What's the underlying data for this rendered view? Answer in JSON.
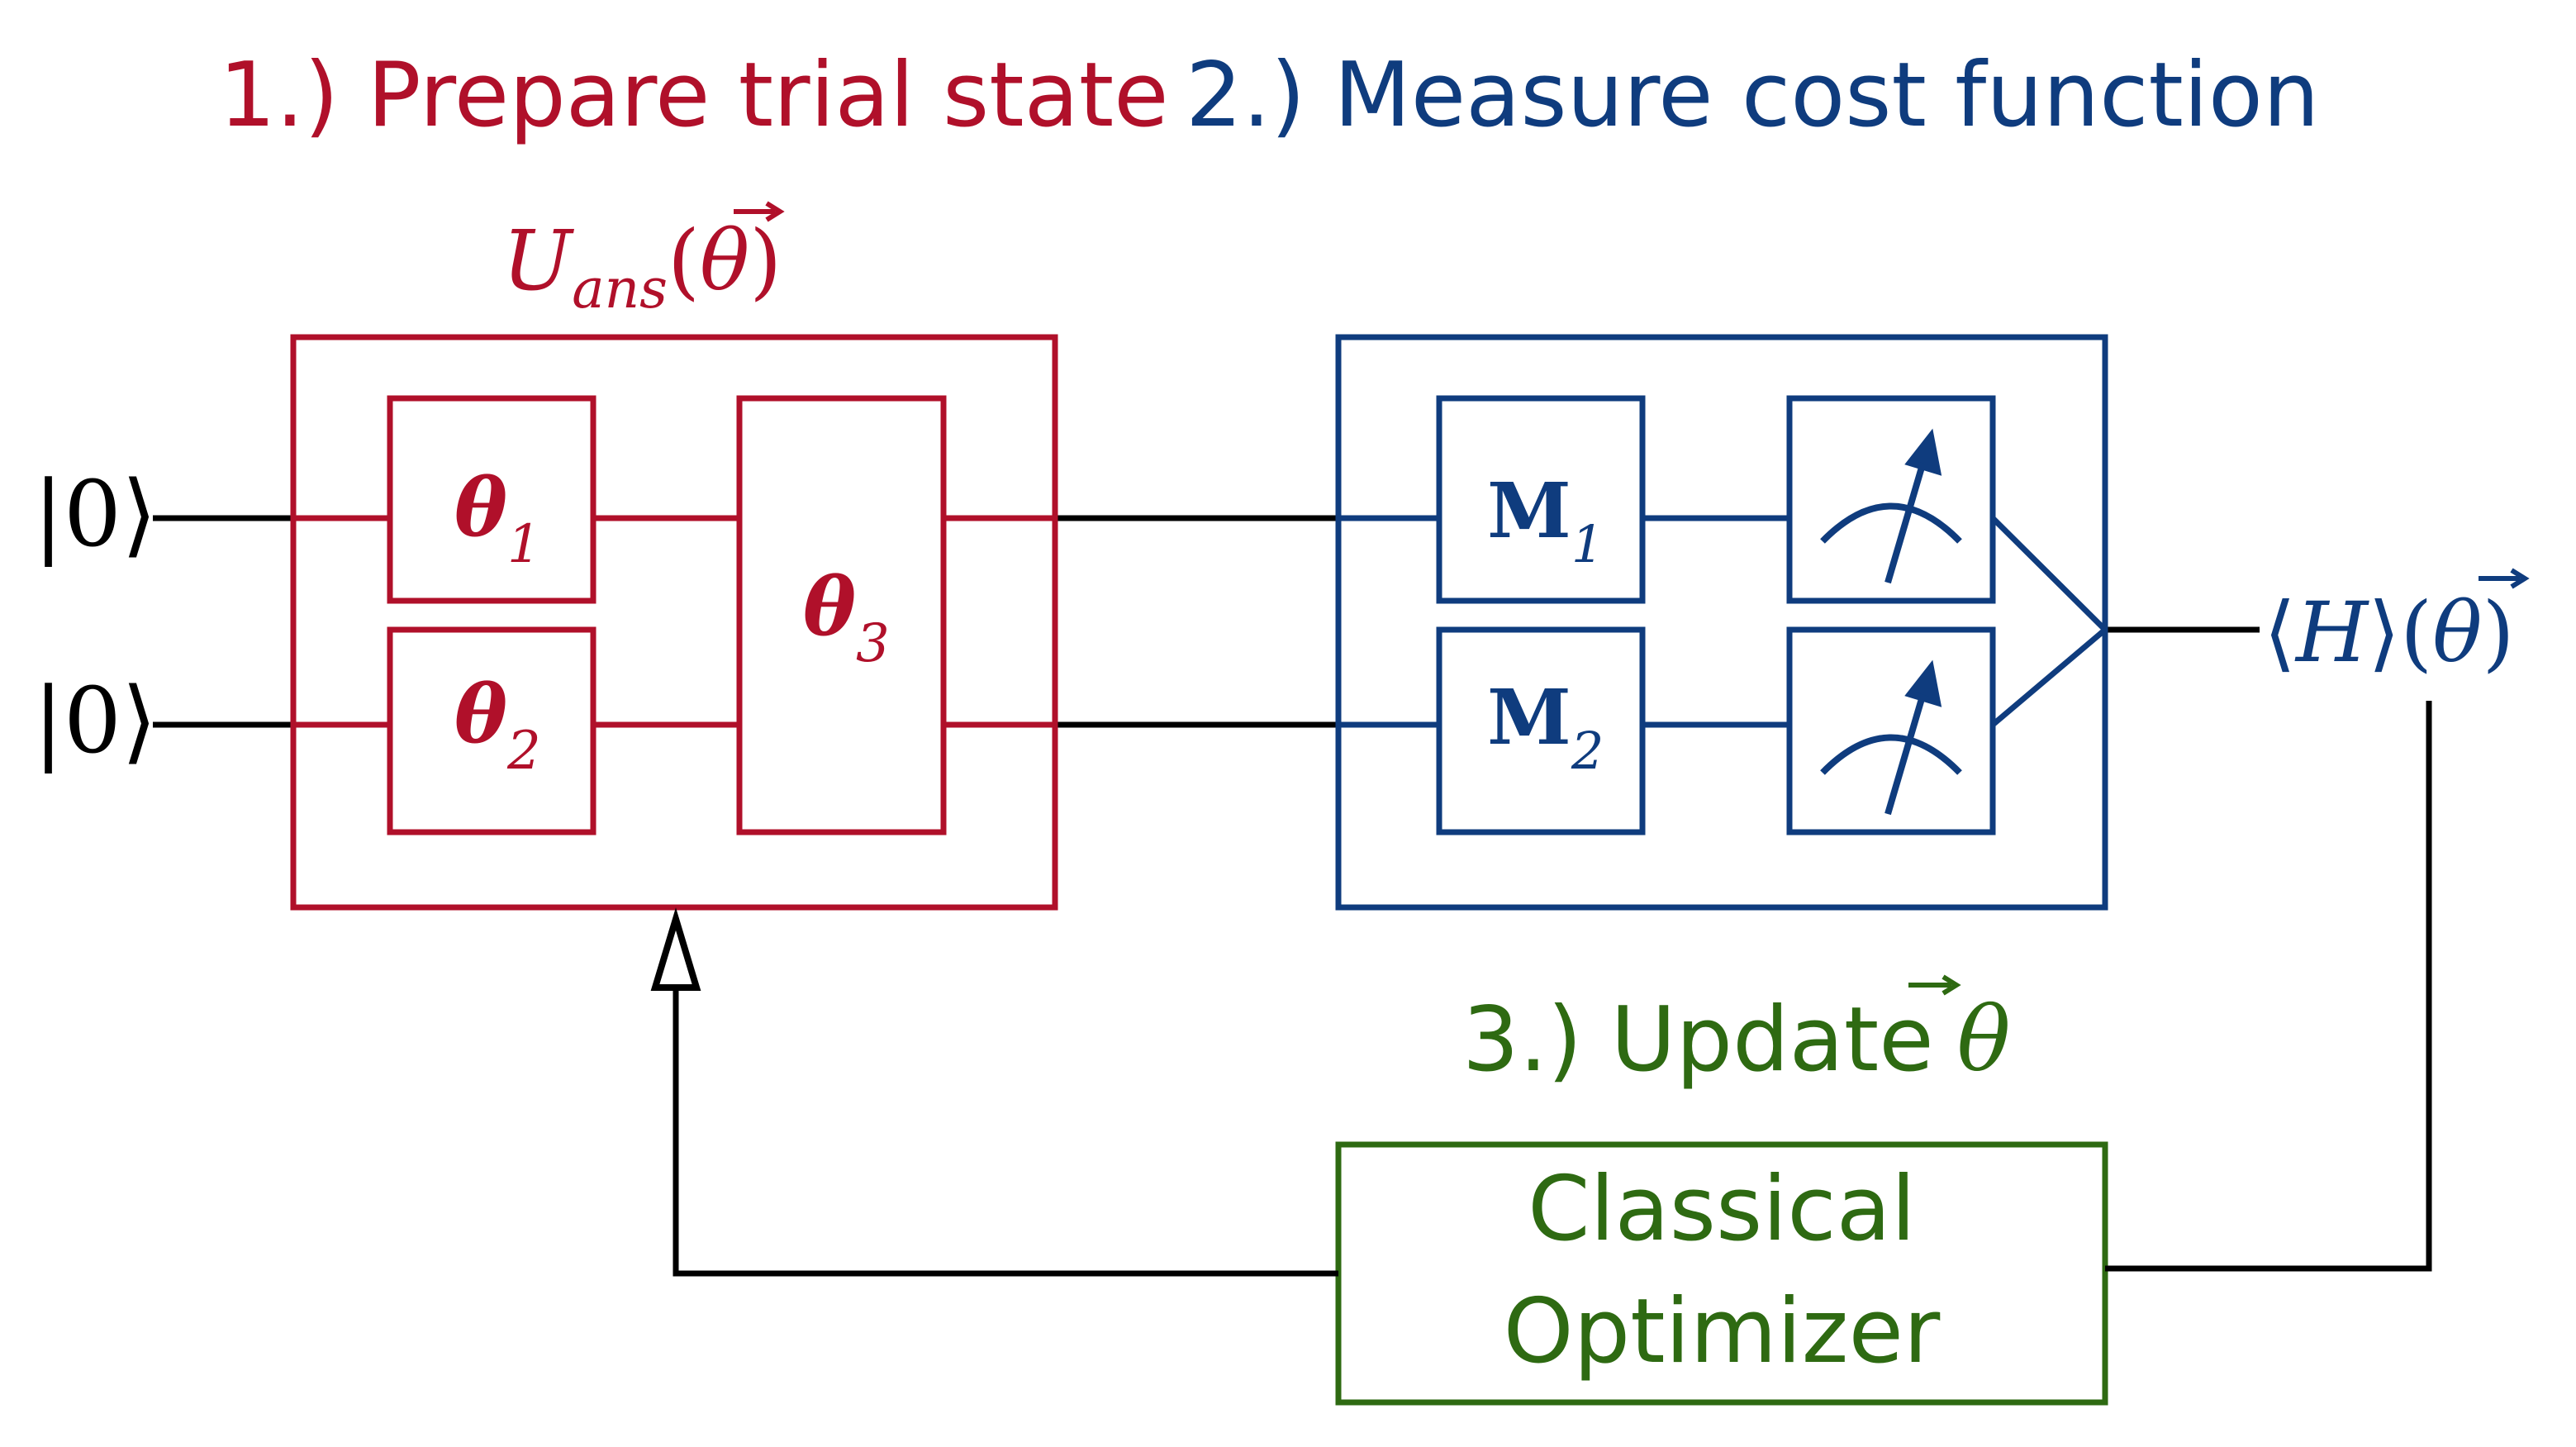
{
  "colors": {
    "prepare": "#B0102A",
    "measure": "#0F3C7E",
    "update": "#2E6A12",
    "wire": "#000000"
  },
  "headings": {
    "prepare": "1.) Prepare trial state",
    "measure": "2.) Measure cost function",
    "update": "3.) Update"
  },
  "ansatz": {
    "symbol": "U",
    "subscript": "ans",
    "argument": "θ"
  },
  "inputs": [
    {
      "ket": "|0⟩"
    },
    {
      "ket": "|0⟩"
    }
  ],
  "gates": [
    {
      "symbol": "θ",
      "index": "1"
    },
    {
      "symbol": "θ",
      "index": "2"
    },
    {
      "symbol": "θ",
      "index": "3"
    }
  ],
  "measurements": [
    {
      "symbol": "M",
      "index": "1"
    },
    {
      "symbol": "M",
      "index": "2"
    }
  ],
  "meter_icon": "measurement-meter-icon",
  "output": {
    "operator": "H",
    "argument": "θ"
  },
  "update_symbol": "θ",
  "optimizer": {
    "line1": "Classical",
    "line2": "Optimizer"
  }
}
